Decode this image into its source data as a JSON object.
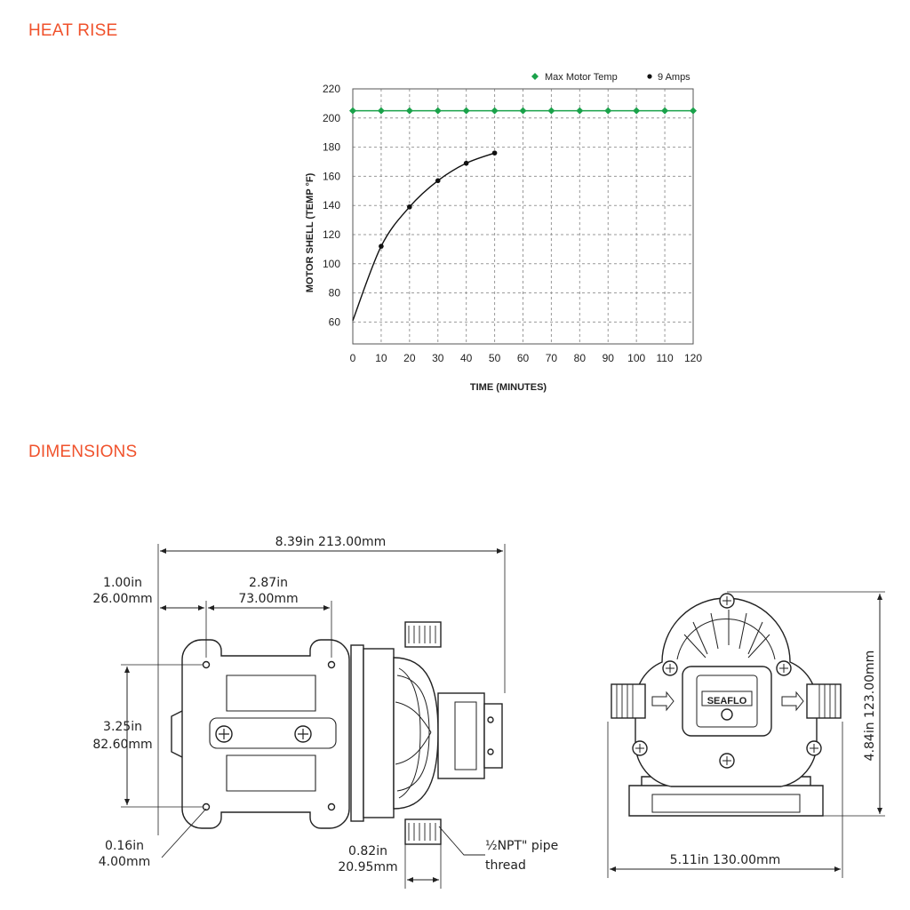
{
  "sections": {
    "heat_rise": "HEAT RISE",
    "dimensions": "DIMENSIONS"
  },
  "colors": {
    "section_title": "#f0522c",
    "max_temp": "#1aa24a",
    "amps": "#111111",
    "grid": "#888888"
  },
  "chart_data": {
    "type": "line",
    "xlabel": "TIME (MINUTES)",
    "ylabel": "MOTOR SHELL (TEMP °F)",
    "x_ticks": [
      0,
      10,
      20,
      30,
      40,
      50,
      60,
      70,
      80,
      90,
      100,
      110,
      120
    ],
    "y_ticks": [
      60,
      80,
      100,
      120,
      140,
      160,
      180,
      200,
      220
    ],
    "xlim": [
      0,
      120
    ],
    "ylim": [
      45,
      220
    ],
    "grid": true,
    "legend_position": "top-right",
    "series": [
      {
        "name": "Max Motor Temp",
        "color": "#1aa24a",
        "marker": "diamond",
        "x": [
          0,
          10,
          20,
          30,
          40,
          50,
          60,
          70,
          80,
          90,
          100,
          110,
          120
        ],
        "y": [
          205,
          205,
          205,
          205,
          205,
          205,
          205,
          205,
          205,
          205,
          205,
          205,
          205
        ]
      },
      {
        "name": "9 Amps",
        "color": "#111111",
        "marker": "dot",
        "x": [
          0,
          10,
          20,
          30,
          40,
          50
        ],
        "y": [
          61,
          112,
          139,
          157,
          169,
          176
        ]
      }
    ]
  },
  "dimensions": {
    "overall_length": "8.39in  213.00mm",
    "offset_in": "1.00in",
    "offset_mm": "26.00mm",
    "hole_spacing_in": "2.87in",
    "hole_spacing_mm": "73.00mm",
    "height_in": "3.25in",
    "height_mm": "82.60mm",
    "hole_dia_in": "0.16in",
    "hole_dia_mm": "4.00mm",
    "port_in": "0.82in",
    "port_mm": "20.95mm",
    "pipe_thread_1": "½NPT\" pipe",
    "pipe_thread_2": "thread",
    "end_height": "4.84in  123.00mm",
    "end_width": "5.11in  130.00mm",
    "brand": "SEAFLO"
  }
}
